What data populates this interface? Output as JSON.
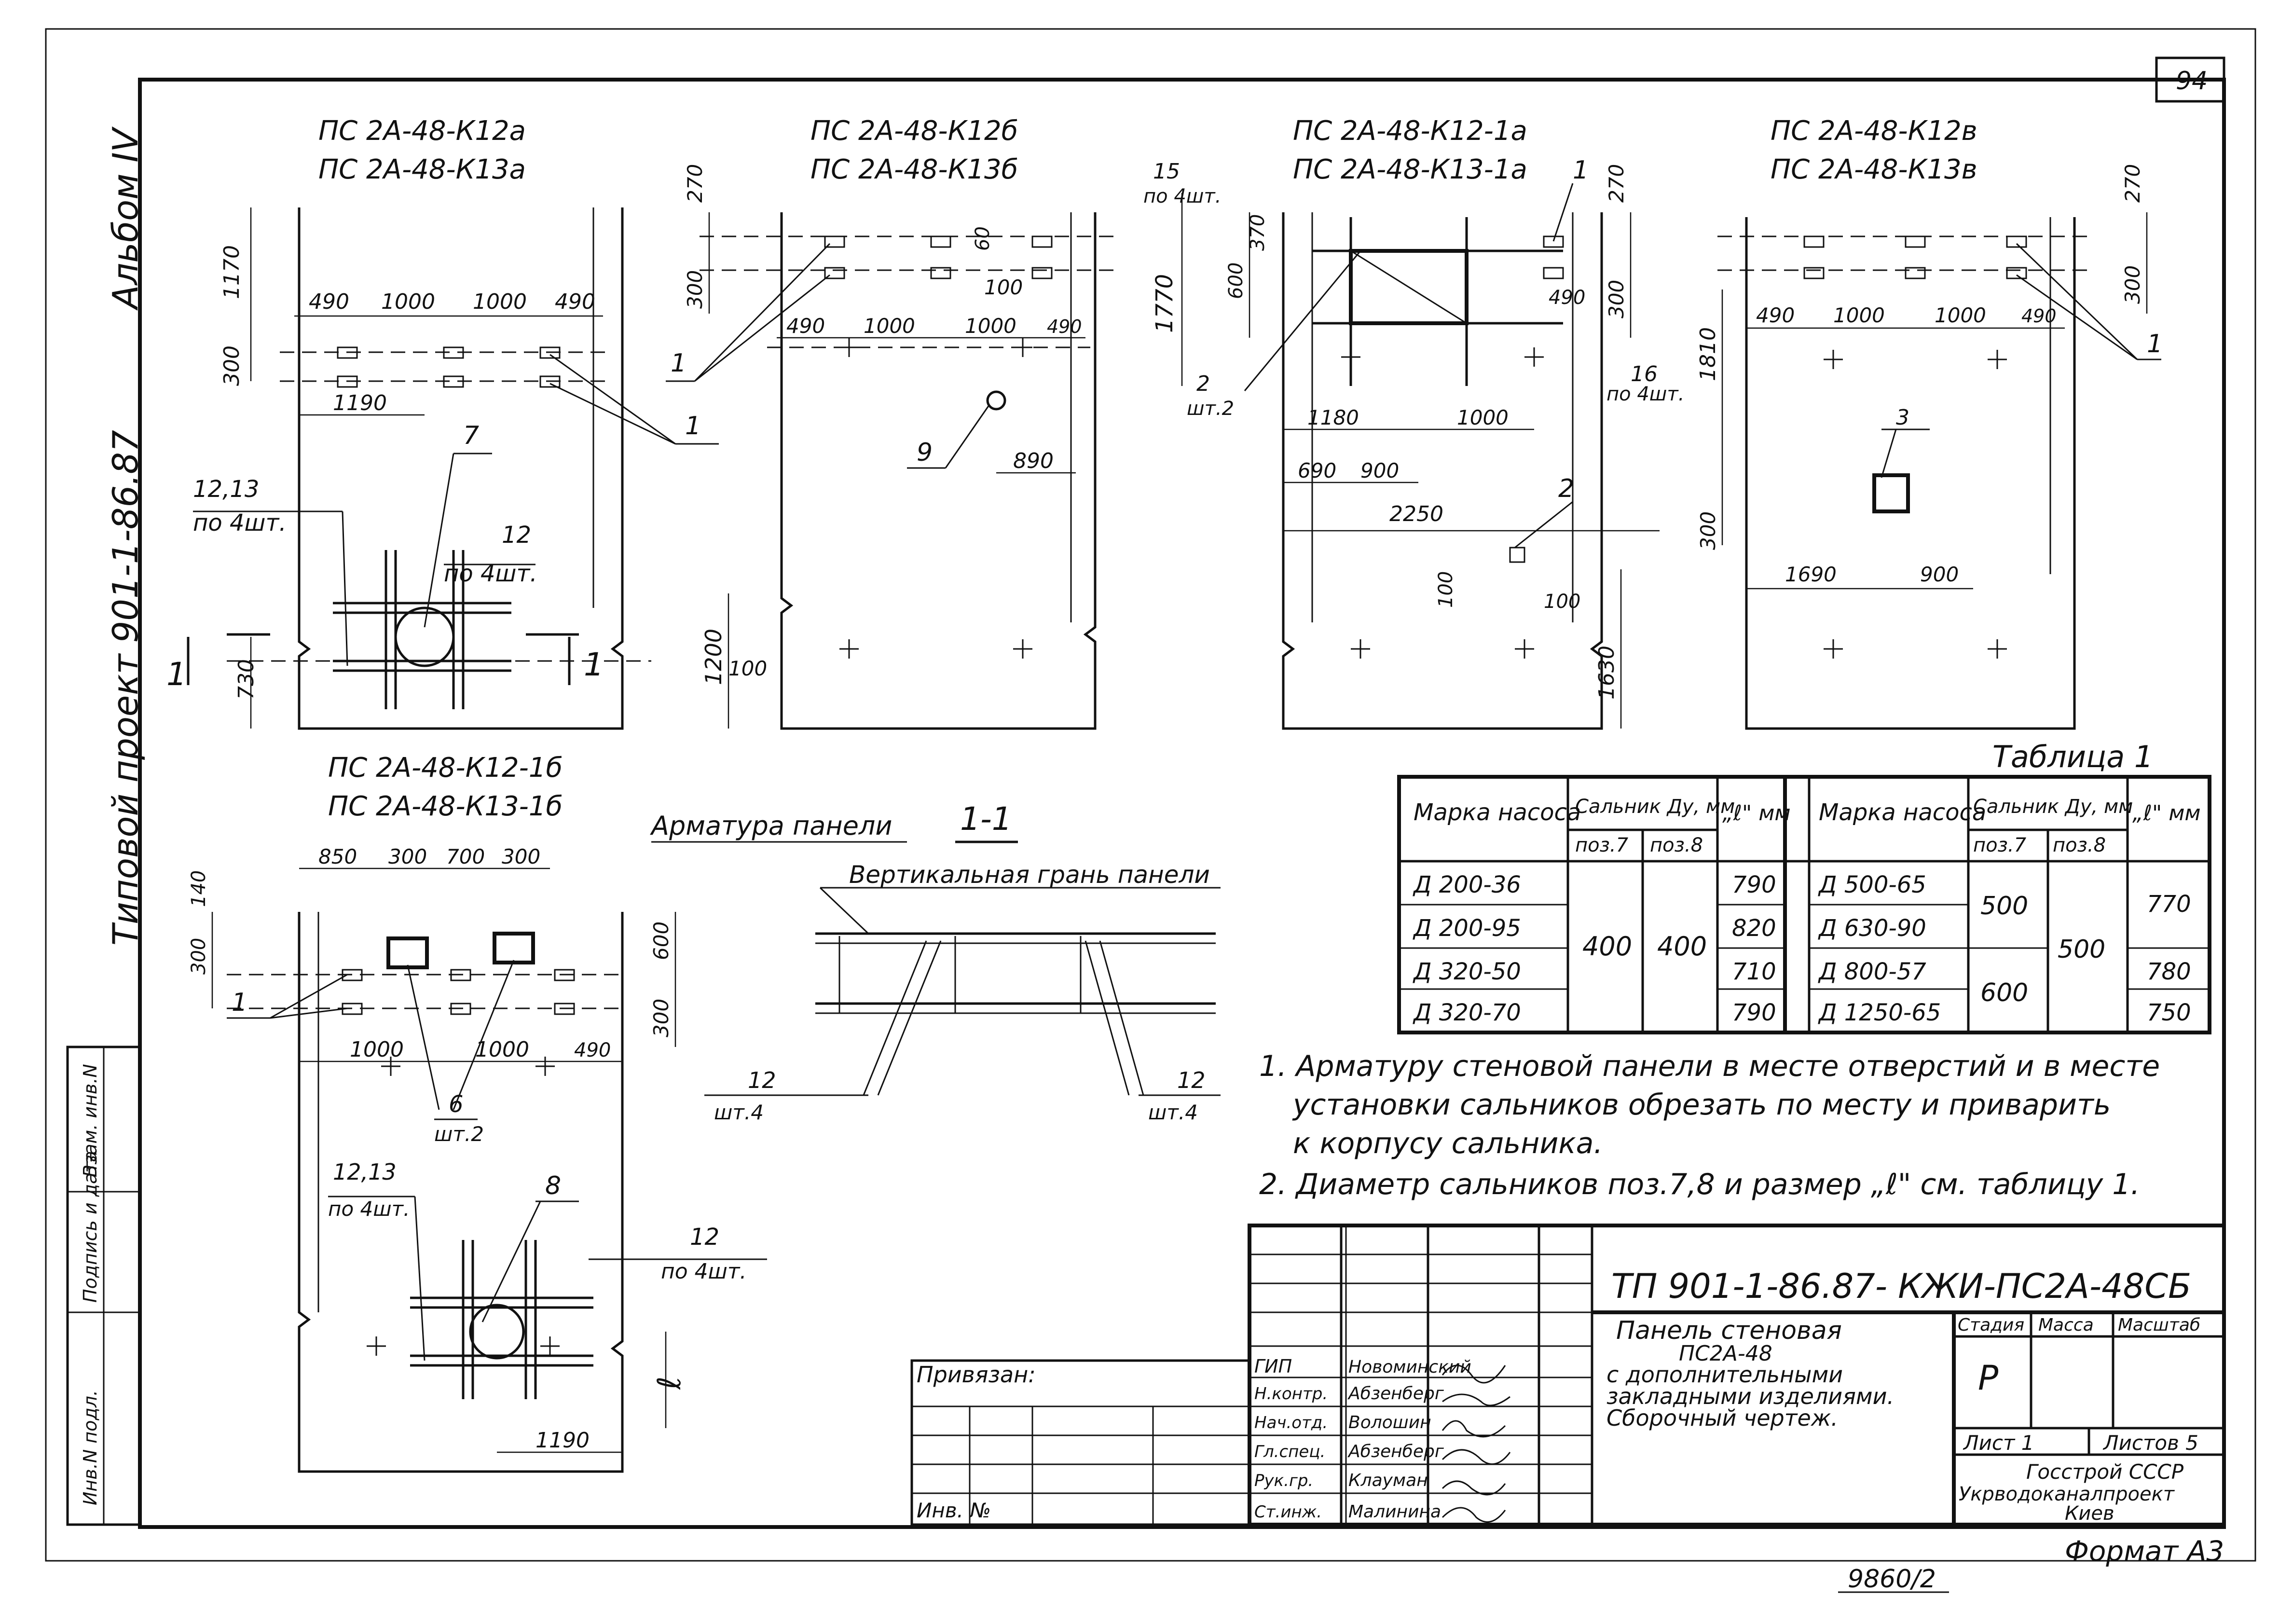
{
  "sheet": {
    "sheet_number": "94",
    "album_label": "Альбом IV",
    "project_label": "Типовой проект 901-1-86.87",
    "format_label": "Формат А3",
    "archive_no": "9860/2"
  },
  "views": {
    "v1": {
      "title1": "ПС 2А-48-К12а",
      "title2": "ПС 2А-48-К13а",
      "dims": {
        "d1170": "1170",
        "d300": "300",
        "d490a": "490",
        "d1000a": "1000",
        "d1000b": "1000",
        "d490b": "490",
        "d1190": "1190",
        "d730": "730"
      },
      "callouts": {
        "c7": "7",
        "c1213": "12,13",
        "c1213sub": "по 4шт.",
        "c12": "12",
        "c12sub": "по 4шт.",
        "c1": "1",
        "sec1": "1",
        "sec2": "1"
      }
    },
    "v2": {
      "title1": "ПС 2А-48-К12б",
      "title2": "ПС 2А-48-К13б",
      "dims": {
        "d270": "270",
        "d300": "300",
        "d60": "60",
        "d100": "100",
        "d490a": "490",
        "d1000a": "1000",
        "d1000b": "1000",
        "d490b": "490",
        "d1770": "1770",
        "d890": "890",
        "d1200": "1200",
        "d100b": "100"
      },
      "callouts": {
        "c1": "1",
        "c9": "9",
        "c15": "15",
        "c15sub": "по 4шт."
      }
    },
    "v3": {
      "title1": "ПС 2А-48-К12-1а",
      "title2": "ПС 2А-48-К13-1а",
      "dims": {
        "d270": "270",
        "d600": "600",
        "d370": "370",
        "d490": "490",
        "d300": "300",
        "d1180": "1180",
        "d1000": "1000",
        "d690": "690",
        "d900": "900",
        "d2250": "2250",
        "d100": "100",
        "d100b": "100",
        "d1630": "1630"
      },
      "callouts": {
        "c1": "1",
        "c2": "2",
        "c2sub": "шт.2",
        "c16": "16",
        "c16sub": "по 4шт.",
        "c2b": "2"
      }
    },
    "v4": {
      "title1": "ПС 2А-48-К12в",
      "title2": "ПС 2А-48-К13в",
      "dims": {
        "d270": "270",
        "d300": "300",
        "d1810": "1810",
        "d490a": "490",
        "d1000a": "1000",
        "d1000b": "1000",
        "d490b": "490",
        "d300b": "300",
        "d1690": "1690",
        "d900": "900"
      },
      "callouts": {
        "c1": "1",
        "c3": "3"
      }
    },
    "v5": {
      "title1": "ПС 2А-48-К12-1б",
      "title2": "ПС 2А-48-К13-1б",
      "dims": {
        "d850": "850",
        "d300a": "300",
        "d700": "700",
        "d300b": "300",
        "d140": "140",
        "d300c": "300",
        "d600": "600",
        "d300d": "300",
        "d1000a": "1000",
        "d1000b": "1000",
        "d490": "490",
        "d1190": "1190"
      },
      "callouts": {
        "c1": "1",
        "c6": "6",
        "c6sub": "шт.2",
        "c1213": "12,13",
        "c1213sub": "по 4шт.",
        "c8": "8",
        "c12": "12",
        "c12sub": "по 4шт.",
        "cl": "ℓ"
      }
    },
    "section": {
      "title": "1-1",
      "label_rebar": "Арматура панели",
      "label_face": "Вертикальная грань панели",
      "c12a": "12",
      "c12asub": "шт.4",
      "c12b": "12",
      "c12bsub": "шт.4"
    }
  },
  "table1": {
    "caption": "Таблица 1",
    "headers": {
      "mark": "Марка насоса",
      "gland": "Сальник Ду, мм",
      "pos7": "поз.7",
      "pos8": "поз.8",
      "l": "„ℓ\" мм"
    },
    "left_rows": [
      {
        "mark": "Д 200-36",
        "l": "790"
      },
      {
        "mark": "Д 200-95",
        "l": "820"
      },
      {
        "mark": "Д 320-50",
        "l": "710"
      },
      {
        "mark": "Д 320-70",
        "l": "790"
      }
    ],
    "left_pos7": "400",
    "left_pos8": "400",
    "right_rows": [
      {
        "mark": "Д 500-65",
        "l": "770"
      },
      {
        "mark": "Д 630-90",
        "l": ""
      },
      {
        "mark": "Д 800-57",
        "l": "780"
      },
      {
        "mark": "Д 1250-65",
        "l": "750"
      }
    ],
    "right_pos7_a": "500",
    "right_pos7_b": "600",
    "right_pos8": "500"
  },
  "notes": [
    "1. Арматуру стеновой панели в месте отверстий и в месте",
    "установки сальников обрезать по месту и приварить",
    "к корпусу сальника.",
    "2. Диаметр сальников поз.7,8 и размер „ℓ\" см. таблицу 1."
  ],
  "side_stamp": [
    "Инв.N подл.",
    "Подпись и дата",
    "Взам. инв.N"
  ],
  "title_block": {
    "code": "ТП 901-1-86.87-  КЖИ-ПС2А-48СБ",
    "name": [
      "Панель стеновая",
      "ПС2А-48",
      "с дополнительными",
      "закладными изделиями.",
      "Сборочный чертеж."
    ],
    "stage_h": "Стадия",
    "mass_h": "Масса",
    "scale_h": "Масштаб",
    "stage": "Р",
    "sheet": "Лист 1",
    "sheets": "Листов 5",
    "org": [
      "Госстрой СССР",
      "Укрводоканалпроект",
      "Киев"
    ],
    "privyazan": "Привязан:",
    "inv_no": "Инв. №",
    "staff": [
      {
        "role": "ГИП",
        "name": "Новоминский"
      },
      {
        "role": "Н.контр.",
        "name": "Абзенберг"
      },
      {
        "role": "Нач.отд.",
        "name": "Волошин"
      },
      {
        "role": "Гл.спец.",
        "name": "Абзенберг"
      },
      {
        "role": "Рук.гр.",
        "name": "Клауман"
      },
      {
        "role": "Ст.инж.",
        "name": "Малинина"
      }
    ]
  }
}
